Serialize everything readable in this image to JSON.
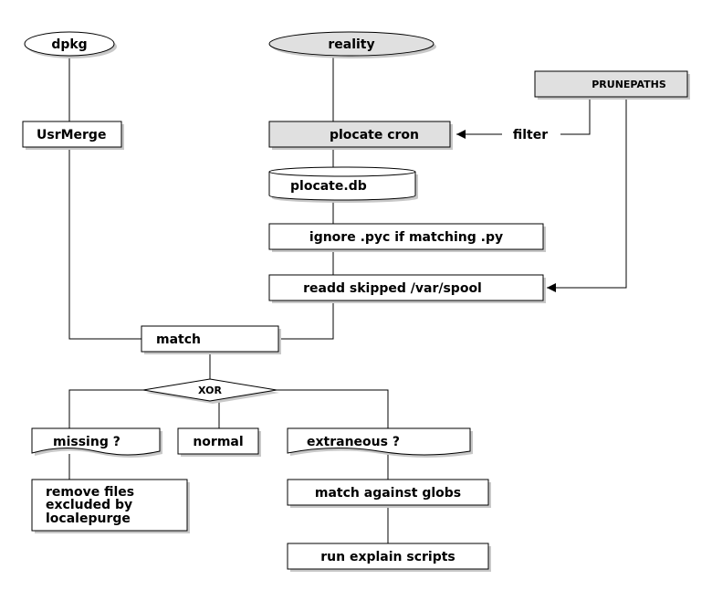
{
  "nodes": {
    "dpkg": "dpkg",
    "reality": "reality",
    "prunepaths": "PRUNEPATHS",
    "usrmerge": "UsrMerge",
    "plocate_cron": "plocate cron",
    "filter": "filter",
    "plocate_db": "plocate.db",
    "ignore_pyc": "ignore .pyc if matching .py",
    "readd_spool": "readd skipped /var/spool",
    "match": "match",
    "xor": "XOR",
    "missing": "missing ?",
    "normal": "normal",
    "extraneous": "extraneous ?",
    "remove_files": [
      "remove files",
      "excluded by",
      "localepurge"
    ],
    "match_globs": "match against globs",
    "run_scripts": "run explain scripts"
  },
  "colors": {
    "grey_fill": "#e0e0e0",
    "white_fill": "#ffffff",
    "stroke": "#000000"
  }
}
